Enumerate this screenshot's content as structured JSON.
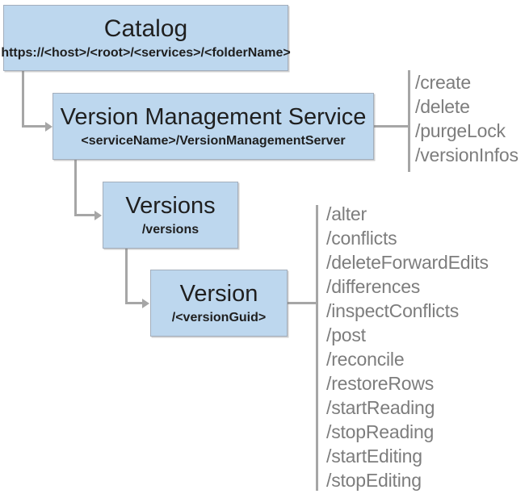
{
  "diagram": {
    "catalog": {
      "title": "Catalog",
      "subtitle": "https://<host>/<root>/<services>/<folderName>"
    },
    "service": {
      "title": "Version Management Service",
      "subtitle": "<serviceName>/VersionManagementServer"
    },
    "versions": {
      "title": "Versions",
      "subtitle": "/versions"
    },
    "version": {
      "title": "Version",
      "subtitle": "/<versionGuid>"
    },
    "service_operations": [
      "/create",
      "/delete",
      "/purgeLock",
      "/versionInfos"
    ],
    "version_operations": [
      "/alter",
      "/conflicts",
      "/deleteForwardEdits",
      "/differences",
      "/inspectConflicts",
      "/post",
      "/reconcile",
      "/restoreRows",
      "/startReading",
      "/stopReading",
      "/startEditing",
      "/stopEditing"
    ],
    "colors": {
      "background": "#ffffff",
      "node_fill": "#bdd7ee",
      "node_border": "#a3aebc",
      "node_text": "#1f1f1f",
      "connector": "#a6a6a6",
      "operation_text": "#7d7d7d"
    }
  }
}
